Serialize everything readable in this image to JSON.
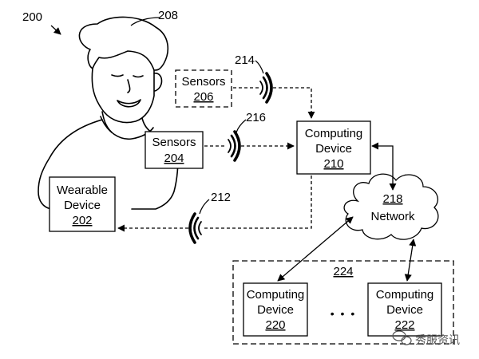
{
  "figure": {
    "fig_ref": "200",
    "person_ref": "208",
    "signal_214": "214",
    "signal_216": "216",
    "signal_212": "212",
    "group_ref": "224",
    "ellipsis": "• • •"
  },
  "boxes": {
    "sensors_206": {
      "label": "Sensors",
      "ref": "206"
    },
    "sensors_204": {
      "label": "Sensors",
      "ref": "204"
    },
    "wearable_202": {
      "line1": "Wearable",
      "line2": "Device",
      "ref": "202"
    },
    "computing_210": {
      "line1": "Computing",
      "line2": "Device",
      "ref": "210"
    },
    "computing_220": {
      "line1": "Computing",
      "line2": "Device",
      "ref": "220"
    },
    "computing_222": {
      "line1": "Computing",
      "line2": "Device",
      "ref": "222"
    }
  },
  "network": {
    "ref": "218",
    "label": "Network"
  },
  "watermark": {
    "text": "秀服资讯"
  }
}
